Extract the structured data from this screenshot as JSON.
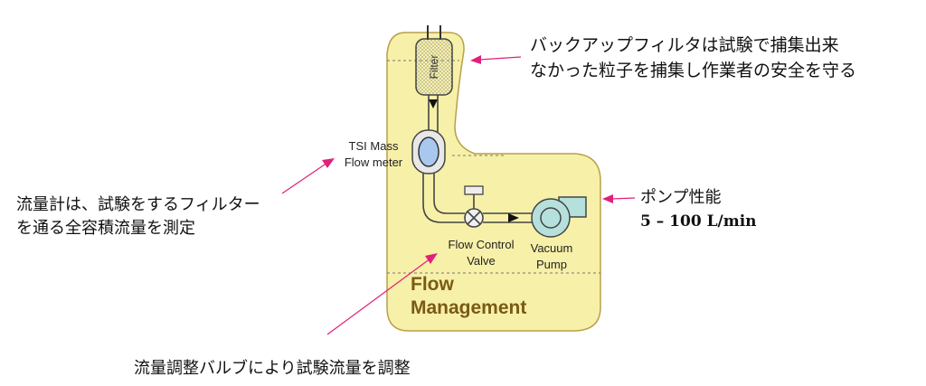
{
  "colors": {
    "panel_fill": "#f7f0a8",
    "panel_stroke": "#b8a04a",
    "arrow": "#e0207a",
    "pipe": "#444444",
    "meter_fill": "#a9c8f0",
    "pump_fill": "#b5e0dc",
    "heading_text": "#7a5a14"
  },
  "notes": {
    "filter_line1": "バックアップフィルタは試験で捕集出来",
    "filter_line2": "なかった粒子を捕集し作業者の安全を守る",
    "meter_line1": "流量計は、試験をするフィルター",
    "meter_line2": "を通る全容積流量を測定",
    "pump_title": "ポンプ性能",
    "pump_spec": "5 – 100 L/min",
    "valve_note": "流量調整バルブにより試験流量を調整"
  },
  "diagram": {
    "filter_label": "Filter",
    "meter_line1": "TSI Mass",
    "meter_line2": "Flow meter",
    "valve_line1": "Flow Control",
    "valve_line2": "Valve",
    "pump_line1": "Vacuum",
    "pump_line2": "Pump",
    "section_line1": "Flow",
    "section_line2": "Management"
  }
}
